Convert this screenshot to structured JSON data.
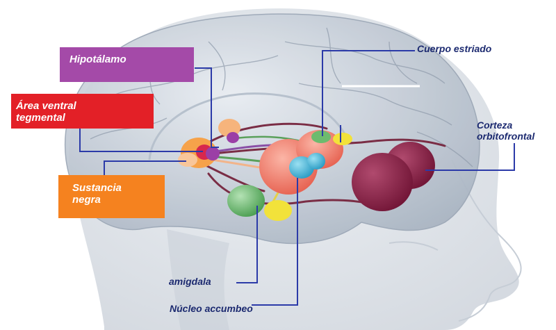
{
  "labels": {
    "hipotalamo": "Hipotálamo",
    "area_ventral_line1": "Área ventral",
    "area_ventral_line2": "tegmental",
    "sustancia_line1": "Sustancia",
    "sustancia_line2": "negra",
    "cuerpo_estriado": "Cuerpo estriado",
    "corteza_line1": "Corteza",
    "corteza_line2": "orbitofrontal",
    "amigdala": "amigdala",
    "nucleo_accumbeo": "Núcleo accumbeo"
  },
  "colors": {
    "hipotalamo_box": "#a44aa8",
    "area_ventral_box": "#e32027",
    "sustancia_box": "#f5821f",
    "leader_lines": "#2b3aa8",
    "label_text": "#1c2a70",
    "orbitofrontal": "#8c1f45",
    "striatum": "#f07a6e",
    "accumbens": "#43b6d8",
    "amygdala": "#6dbb6e",
    "pathway": "#7a2d45"
  }
}
